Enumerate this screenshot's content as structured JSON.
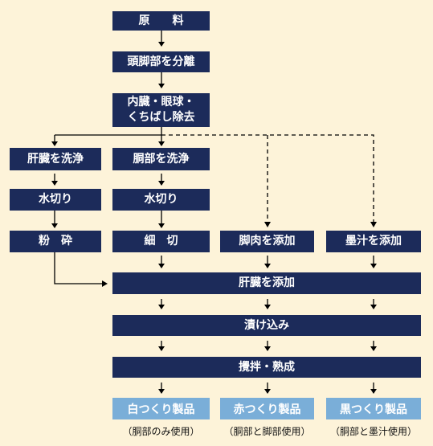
{
  "nodes": {
    "raw": "原　　料",
    "separate": "頭脚部を分離",
    "remove_line1": "内臓・眼球・",
    "remove_line2": "くちばし除去",
    "wash_liver": "肝臓を洗浄",
    "wash_body": "胴部を洗浄",
    "drain_1": "水切り",
    "drain_2": "水切り",
    "crush": "粉　砕",
    "slice": "細　切",
    "add_leg": "脚肉を添加",
    "add_ink": "墨汁を添加",
    "add_liver": "肝臓を添加",
    "pickle": "漬け込み",
    "stir": "攪拌・熟成"
  },
  "products": [
    {
      "label": "白つくり製品",
      "note": "（胴部のみ使用）"
    },
    {
      "label": "赤つくり製品",
      "note": "（胴部と脚部使用）"
    },
    {
      "label": "黒つくり製品",
      "note": "（胴部と墨汁使用）"
    }
  ],
  "colors": {
    "background": "#fdf3d9",
    "box": "#1c2b5a",
    "product": "#7aaed8"
  }
}
